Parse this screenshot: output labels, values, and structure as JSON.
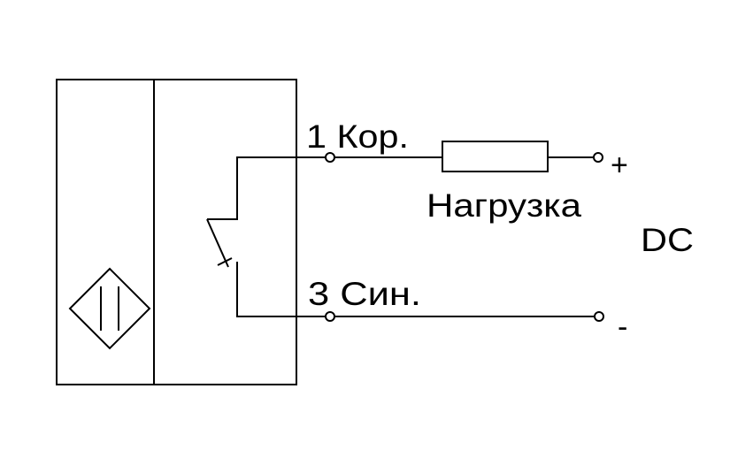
{
  "diagram": {
    "terminal_1_label": "1 Кор.",
    "terminal_3_label": "3 Син.",
    "load_label": "Нагрузка",
    "plus_label": "+",
    "minus_label": "-",
    "supply_label": "DC"
  },
  "colors": {
    "line": "#000000",
    "background": "#ffffff"
  },
  "icons": {
    "sensor_symbol": "inductive-sensor-icon",
    "switch_symbol": "normally-open-switch-icon",
    "resistor_symbol": "resistor-icon",
    "terminal_symbol": "terminal-circle-icon"
  }
}
